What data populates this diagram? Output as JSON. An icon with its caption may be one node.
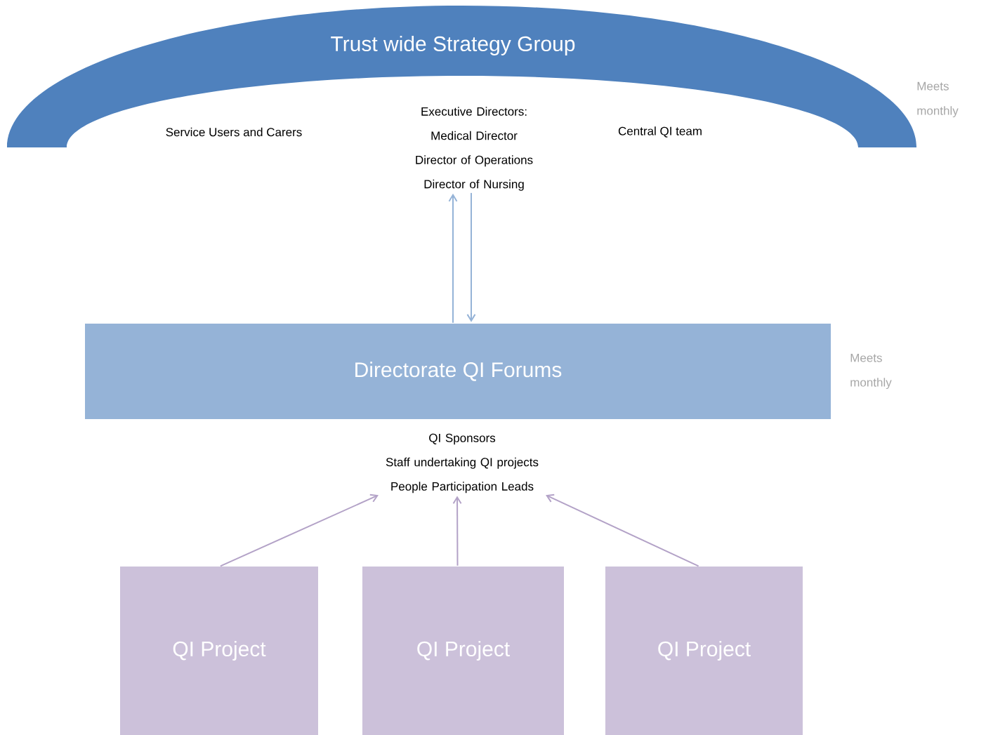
{
  "diagram": {
    "nodes": [
      {
        "text": [
          "Trust wide Strategy Group"
        ],
        "beside": [
          "Meets monthly"
        ]
      },
      {
        "text": [
          "Executive Directors:",
          "Medical Director",
          "Director of Operations",
          "Director of Nursing"
        ]
      },
      {
        "text": [
          "Directorate QI Forums"
        ],
        "beside": [
          "Meets monthly"
        ]
      },
      {
        "text": [
          "QI Sponsors",
          "Staff undertaking QI projects",
          "People Participation Leads"
        ]
      },
      {
        "text": [
          "QI Project"
        ]
      },
      {
        "text": [
          "QI Project"
        ]
      },
      {
        "text": [
          "QI Project"
        ]
      }
    ],
    "edges": [
      {
        "from": 2,
        "to": 1,
        "arrow": "to"
      },
      {
        "from": 1,
        "to": 2,
        "arrow": "to"
      },
      {
        "from": 4,
        "to": 3,
        "arrow": "to"
      },
      {
        "from": 5,
        "to": 3,
        "arrow": "to"
      },
      {
        "from": 6,
        "to": 3,
        "arrow": "to"
      }
    ],
    "labels": [
      "Service Users and Carers",
      "Central QI team"
    ]
  }
}
